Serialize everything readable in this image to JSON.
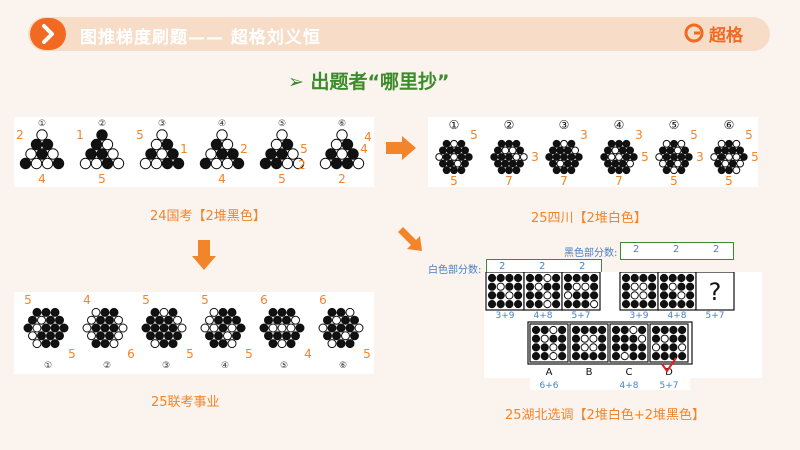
{
  "header": {
    "title": "图推梯度刷题—— 超格刘义恒",
    "logo_text": "超格"
  },
  "subtitle": "➢ 出题者“哪里抄”",
  "panel_24": {
    "caption": "24国考【2堆黑色】",
    "labels": [
      "①",
      "②",
      "③",
      "④",
      "⑤",
      "⑥"
    ],
    "left_nums": [
      "2",
      "1",
      "5",
      "",
      "",
      ""
    ],
    "right_nums": [
      "",
      "",
      "1",
      "2",
      "5",
      "4"
    ],
    "top_nums": [
      "",
      "",
      "",
      "",
      "",
      "4"
    ],
    "bottom_nums": [
      "4",
      "5",
      "",
      "4",
      "5",
      "2"
    ],
    "mid_nums": [
      "",
      "",
      "",
      "",
      "2",
      ""
    ]
  },
  "panel_25sc": {
    "caption": "25四川【2堆白色】",
    "labels": [
      "①",
      "②",
      "③",
      "④",
      "⑤",
      "⑥"
    ],
    "top_nums": [
      "5",
      "",
      "3",
      "3",
      "5",
      "5"
    ],
    "right_nums": [
      "",
      "3",
      "",
      "5",
      "3",
      "5"
    ],
    "bottom_nums": [
      "5",
      "7",
      "7",
      "7",
      "5",
      "5"
    ]
  },
  "panel_25lk": {
    "caption": "25联考事业",
    "labels": [
      "①",
      "②",
      "③",
      "④",
      "⑤",
      "⑥"
    ],
    "top_nums": [
      "5",
      "4",
      "5",
      "5",
      "6",
      "6"
    ],
    "bottom_nums": [
      "5",
      "6",
      "5",
      "5",
      "4",
      "5"
    ]
  },
  "panel_25hb": {
    "caption": "25湖北选调【2堆白色+2堆黑色】",
    "black_label": "黑色部分数:",
    "black_values": [
      "2",
      "2",
      "2"
    ],
    "white_label": "白色部分数:",
    "white_values": [
      "2",
      "2",
      "2"
    ],
    "top_sums": [
      "3+9",
      "4+8",
      "5+7",
      "3+9",
      "4+8",
      "5+7"
    ],
    "question": "?",
    "option_labels": [
      "A",
      "B",
      "C",
      "D"
    ],
    "option_sums": [
      "6+6",
      "",
      "4+8",
      "5+7"
    ]
  },
  "colors": {
    "accent": "#f26a21",
    "green": "#3b8c2a",
    "number": "#f2842a",
    "blue": "#4a7fc1"
  }
}
